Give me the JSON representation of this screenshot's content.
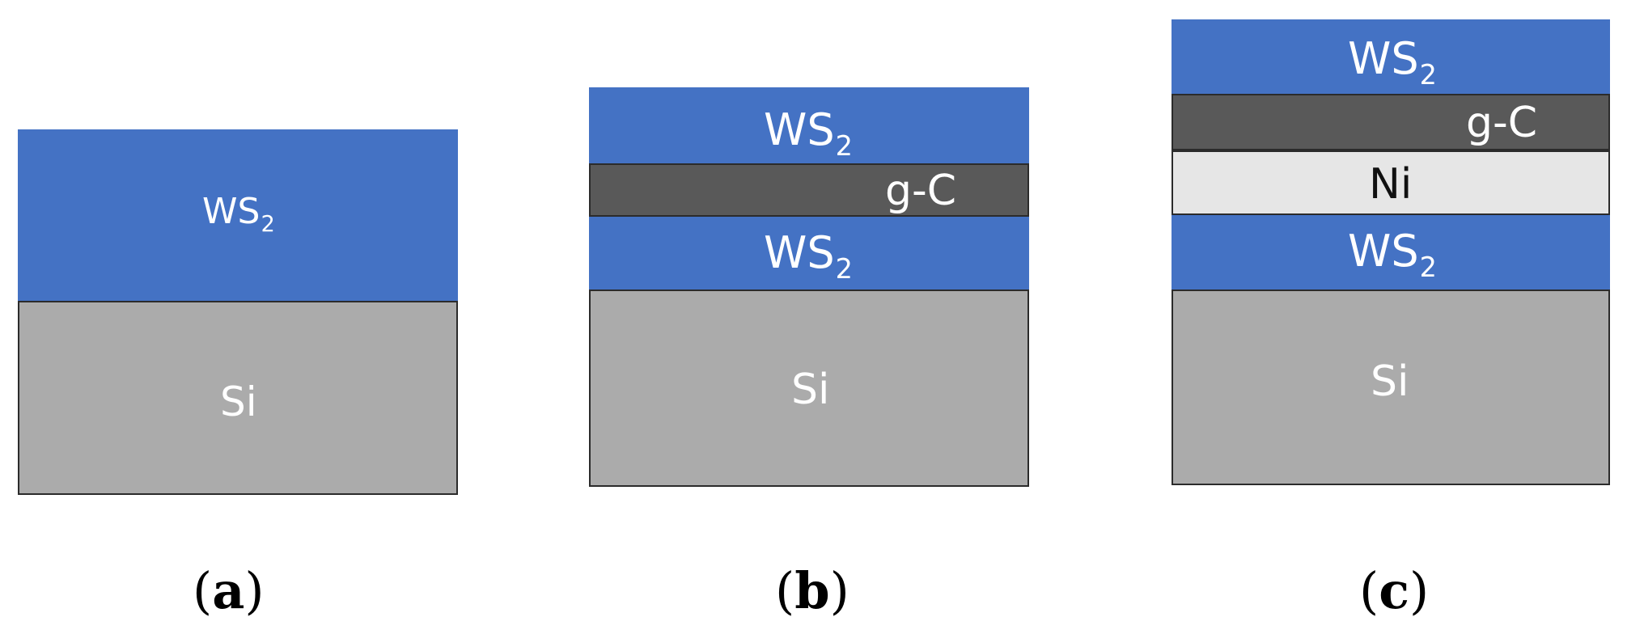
{
  "panels": [
    {
      "id": "a",
      "label": "(a)",
      "layers": [
        {
          "name": "WS",
          "sub": "2"
        },
        {
          "name": "Si"
        }
      ]
    },
    {
      "id": "b",
      "label": "(b)",
      "layers": [
        {
          "name": "WS",
          "sub": "2"
        },
        {
          "name": "g-C"
        },
        {
          "name": "WS",
          "sub": "2"
        },
        {
          "name": "Si"
        }
      ]
    },
    {
      "id": "c",
      "label": "(c)",
      "layers": [
        {
          "name": "WS",
          "sub": "2"
        },
        {
          "name": "g-C"
        },
        {
          "name": "Ni"
        },
        {
          "name": "WS",
          "sub": "2"
        },
        {
          "name": "Si"
        }
      ]
    }
  ],
  "colors": {
    "ws2": "#4472c4",
    "si": "#ababab",
    "gc": "#595959",
    "ni": "#e6e6e6",
    "border": "#2b2b2b"
  }
}
